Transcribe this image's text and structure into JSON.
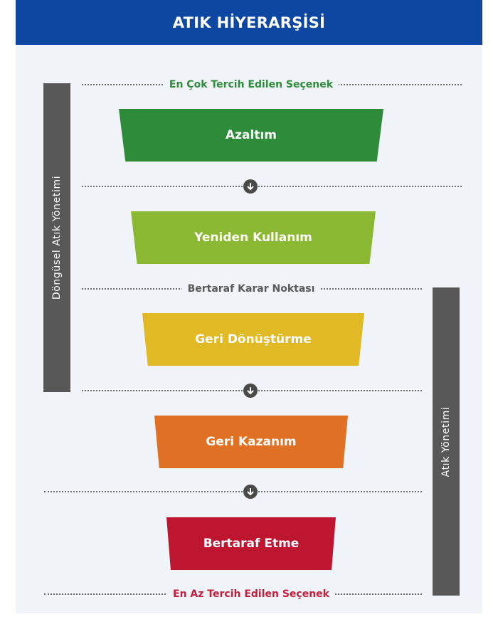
{
  "header": {
    "title": "ATIK HİYERARŞİSİ"
  },
  "side_bars": {
    "left": {
      "label": "Döngüsel Atık Yönetimi"
    },
    "right": {
      "label": "Atık Yönetimi"
    }
  },
  "markers": {
    "top": {
      "label": "En Çok Tercih Edilen Seçenek",
      "color": "#2e8b3a"
    },
    "middle": {
      "label": "Bertaraf Karar Noktası",
      "color": "#5a5a5a"
    },
    "bottom": {
      "label": "En Az Tercih Edilen Seçenek",
      "color": "#c41e3a"
    }
  },
  "stages": [
    {
      "label": "Azaltım",
      "color": "#2e8b3a"
    },
    {
      "label": "Yeniden Kullanım",
      "color": "#8ab832"
    },
    {
      "label": "Geri Dönüştürme",
      "color": "#e0b924"
    },
    {
      "label": "Geri Kazanım",
      "color": "#e07024"
    },
    {
      "label": "Bertaraf Etme",
      "color": "#be1530"
    }
  ],
  "colors": {
    "header_bg": "#0d47a1",
    "panel_bg": "#f0f4f9",
    "bar_bg": "#585858"
  },
  "icons": {
    "arrow": "arrow-down-icon"
  }
}
